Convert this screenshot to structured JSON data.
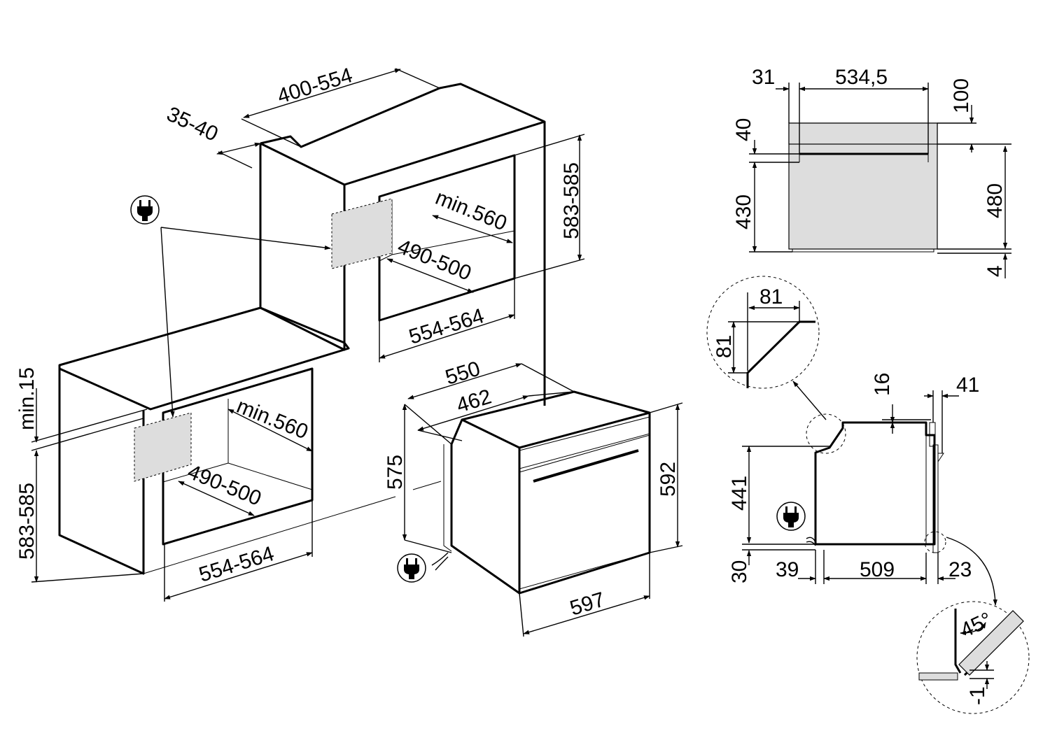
{
  "colors": {
    "line": "#000000",
    "fill": "#dddddd",
    "background": "#ffffff"
  },
  "icons": [
    "power-plug-icon"
  ],
  "labels": {
    "niche_width_top": "400-554",
    "niche_gap": "35-40",
    "column_height": "583-585",
    "column_depth": "min.560",
    "column_inner_depth": "490-500",
    "column_width": "554-564",
    "under_gap": "min.15",
    "under_height": "583-585",
    "under_depth": "min.560",
    "under_inner_depth": "490-500",
    "under_width": "554-564",
    "oven_depth_total": "550",
    "oven_depth_body": "462",
    "oven_height_body": "575",
    "oven_height": "592",
    "oven_width": "597",
    "front_left": "31",
    "front_width": "534,5",
    "front_top": "100",
    "front_handle": "40",
    "front_door": "430",
    "front_height": "480",
    "front_bottom": "4",
    "detail_w": "81",
    "detail_h": "81",
    "side_top_gap": "16",
    "side_door": "41",
    "side_height": "441",
    "side_bottom": "30",
    "side_left": "39",
    "side_depth": "509",
    "side_right": "23",
    "angle": "45°",
    "tolerance": "-1"
  }
}
